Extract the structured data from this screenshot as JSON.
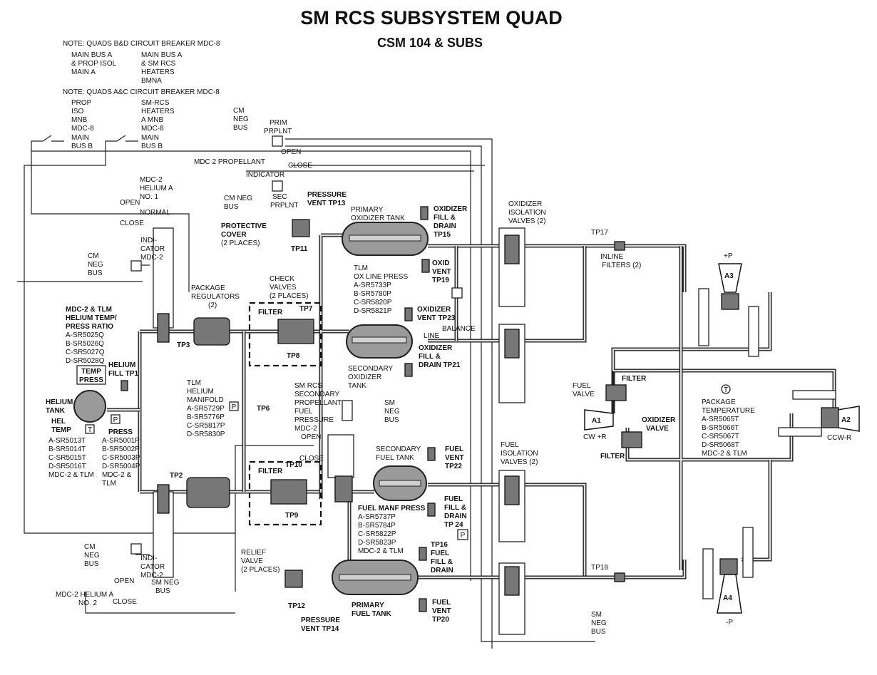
{
  "title": "SM RCS SUBSYSTEM QUAD",
  "subtitle": "CSM 104 & SUBS",
  "notes": {
    "note1": "NOTE:  QUADS B&D CIRCUIT BREAKER MDC-8",
    "note1_left": [
      "MAIN BUS A",
      "& PROP ISOL",
      "MAIN A"
    ],
    "note1_right": [
      "MAIN BUS A",
      "& SM RCS",
      "HEATERS",
      "BMNA"
    ],
    "note2": "NOTE:  QUADS A&C CIRCUIT BREAKER MDC-8",
    "note2_left": [
      "PROP",
      "ISO",
      "MNB",
      "MDC-8"
    ],
    "note2_right": [
      "SM-RCS",
      "HEATERS",
      "A MNB",
      "MDC-8"
    ],
    "main_bus_b_1": [
      "MAIN",
      "BUS  B"
    ],
    "main_bus_b_2": [
      "MAIN",
      "BUS  B"
    ]
  },
  "switches": {
    "cm_neg_bus_top": [
      "CM",
      "NEG",
      "BUS"
    ],
    "prim_prplnt": [
      "PRIM",
      "PRPLNT"
    ],
    "open": "OPEN",
    "mdc2_propellant": "MDC 2  PROPELLANT",
    "close": "CLOSE",
    "indicator": "INDICATOR",
    "cm_neg_bus_mid": [
      "CM  NEG",
      "BUS"
    ],
    "sec_prplnt": [
      "SEC",
      "PRPLNT"
    ],
    "mdc2_helium_a1": [
      "MDC-2",
      "HELIUM  A",
      "NO.  1"
    ],
    "open2": "OPEN",
    "normal": "NORMAL",
    "close2": "CLOSE",
    "indicator_mdc2": [
      "INDI-",
      "CATOR",
      "MDC-2"
    ],
    "cm_neg_bus_left": [
      "CM",
      "NEG",
      "BUS"
    ],
    "cm_neg_bus_low": [
      "CM",
      "NEG",
      "BUS"
    ],
    "indicator_mdc2_low": [
      "INDI-",
      "CATOR",
      "MDC-2"
    ],
    "open3": "OPEN",
    "sm_neg_bus_low": [
      "SM NEG",
      "BUS"
    ],
    "mdc2_helium_a2": [
      "MDC-2  HELIUM  A",
      "NO.  2"
    ],
    "close3": "CLOSE"
  },
  "helium": {
    "tlm_label": [
      "MDC-2 & TLM",
      "HELIUM TEMP/",
      "PRESS RATIO",
      "A-SR5025Q",
      "B-SR5026Q",
      "C-SR5027Q",
      "D-SR5028Q"
    ],
    "temp_press": [
      "TEMP",
      "PRESS"
    ],
    "helium_tank": [
      "HELIUM",
      "TANK"
    ],
    "helium_fill": [
      "HELIUM",
      "FILL TP1"
    ],
    "hel_temp": [
      "HEL",
      "TEMP"
    ],
    "temp_ids": [
      "A-SR5013T",
      "B-SR5014T",
      "C-SR5015T",
      "D-SR5016T",
      "MDC-2 & TLM"
    ],
    "press": "PRESS",
    "press_ids": [
      "A-SR5001P",
      "B-SR5002P",
      "C-SR5003P",
      "D-SR5004P",
      "MDC-2 &",
      "TLM"
    ],
    "t_mark": "T",
    "p_mark": "P",
    "tp2": "TP2",
    "tp3": "TP3"
  },
  "regulators": {
    "package_regulators": [
      "PACKAGE",
      "REGULATORS",
      "(2)"
    ],
    "check_valves": [
      "CHECK",
      "VALVES",
      "(2 PLACES)"
    ],
    "filter1": "FILTER",
    "tp7": "TP7",
    "tp8": "TP8",
    "filter2": "FILTER",
    "tp10": "TP10",
    "tp9": "TP9",
    "tlm_manifold": [
      "TLM",
      "HELIUM",
      "MANIFOLD",
      "A-SR5729P",
      "B-SR5776P",
      "C-SR5817P",
      "D-SR5830P"
    ],
    "tp6": "TP6",
    "p_mark": "P"
  },
  "oxidizer": {
    "pressure_vent_tp13": [
      "PRESSURE",
      "VENT  TP13"
    ],
    "protective_cover": [
      "PROTECTIVE",
      "COVER",
      "(2 PLACES)"
    ],
    "tp11": "TP11",
    "primary_oxidizer_tank": [
      "PRIMARY",
      "OXIDIZER  TANK"
    ],
    "oxidizer_fill_drain_tp15": [
      "OXIDIZER",
      "FILL &",
      "DRAIN",
      "TP15"
    ],
    "oxid_vent_tp19": [
      "OXID",
      "VENT",
      "TP19"
    ],
    "tlm_ox_line": [
      "TLM",
      "OX LINE PRESS",
      "A-SR5733P",
      "B-SR5780P",
      "C-SR5820P",
      "D-SR5821P"
    ],
    "oxidizer_vent_tp23": [
      "OXIDIZER",
      "VENT TP23"
    ],
    "balance_line": [
      "BALANCE",
      "LINE"
    ],
    "secondary_oxidizer_tank": [
      "SECONDARY",
      "OXIDIZER",
      "TANK"
    ],
    "oxidizer_fill_drain_tp21": [
      "OXIDIZER",
      "FILL &",
      "DRAIN TP21"
    ],
    "oxidizer_isolation_valves": [
      "OXIDIZER",
      "ISOLATION",
      "VALVES (2)"
    ],
    "tp17": "TP17",
    "inline_filters": [
      "INLINE",
      "FILTERS (2)"
    ]
  },
  "fuel": {
    "sm_rcs_secondary": [
      "SM RCS",
      "SECONDARY",
      "PROPELLANT",
      "FUEL",
      "PRESSURE",
      "MDC-2"
    ],
    "sm_neg_bus": [
      "SM",
      "NEG",
      "BUS"
    ],
    "open": "OPEN",
    "close": "CLOSE",
    "secondary_fuel_tank": [
      "SECONDARY",
      "FUEL TANK"
    ],
    "fuel_vent_tp22": [
      "FUEL",
      "VENT",
      "TP22"
    ],
    "fuel_fill_drain_tp24": [
      "FUEL",
      "FILL &",
      "DRAIN",
      "TP 24"
    ],
    "fuel_manf_press": [
      "FUEL MANF PRESS",
      "A-SR5737P",
      "B-SR5784P",
      "C-SR5822P",
      "D-SR5823P",
      "MDC-2 & TLM"
    ],
    "tp16": [
      "TP16",
      "FUEL",
      "FILL &",
      "DRAIN"
    ],
    "relief_valve": [
      "RELIEF",
      "VALVE",
      "(2 PLACES)"
    ],
    "tp12": "TP12",
    "pressure_vent_tp14": [
      "PRESSURE",
      "VENT TP14"
    ],
    "primary_fuel_tank": [
      "PRIMARY",
      "FUEL TANK"
    ],
    "fuel_vent_tp20": [
      "FUEL",
      "VENT",
      "TP20"
    ],
    "fuel_isolation_valves": [
      "FUEL",
      "ISOLATION",
      "VALVES (2)"
    ],
    "sm_neg_bus_bottom": [
      "SM",
      "NEG",
      "BUS"
    ],
    "tp18": "TP18",
    "p_mark": "P"
  },
  "engines": {
    "plus_p": "+P",
    "a3": "A3",
    "filter": "FILTER",
    "fuel_valve": [
      "FUEL",
      "VALVE"
    ],
    "a1": "A1",
    "cw_r": "CW +R",
    "oxidizer_valve": [
      "OXIDIZER",
      "VALVE"
    ],
    "filter2": "FILTER",
    "package_temp": [
      "PACKAGE",
      "TEMPERATURE",
      "A-SR5065T",
      "B-SR5066T",
      "C-SR5067T",
      "D-SR5068T",
      "MDC-2 & TLM"
    ],
    "t_mark": "T",
    "a2": "A2",
    "ccw_r": "CCW-R",
    "a4": "A4",
    "minus_p": "-P"
  }
}
